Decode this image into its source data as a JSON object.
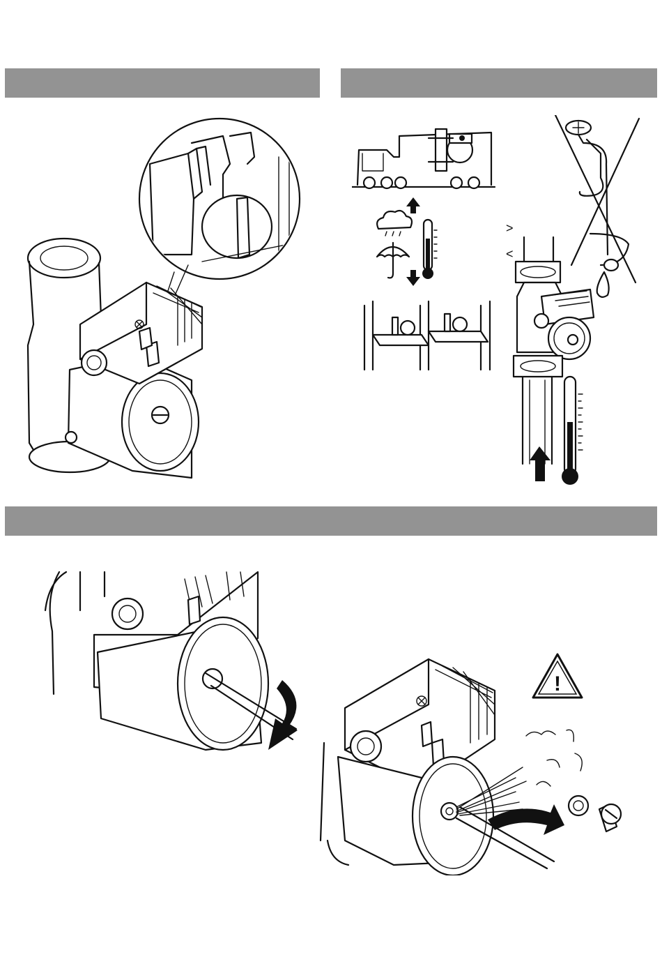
{
  "page": {
    "section_bars": [
      {
        "id": "bar-1",
        "label": ""
      },
      {
        "id": "bar-2",
        "label": ""
      },
      {
        "id": "bar-3",
        "label": ""
      }
    ]
  },
  "figures": {
    "pump_terminal_box": {
      "icon": "pump-with-terminal-clip-detail-icon"
    },
    "storage_conditions": {
      "icons": [
        "truck-icon",
        "rain-cloud-icon",
        "umbrella-icon",
        "thermometer-icon",
        "shelf-pump-icon",
        "up-arrow-icon",
        "down-arrow-icon"
      ]
    },
    "installation": {
      "labels": {
        "upper_sign": ">",
        "lower_sign": "<"
      },
      "icons": [
        "crossed-out-tap-icon",
        "water-drop-icon",
        "vertical-pipe-pump-icon",
        "thermometer-icon",
        "flow-arrow-icon"
      ]
    },
    "venting_screwdriver": {
      "icon": "screwdriver-rotation-icon"
    },
    "venting_open_plug": {
      "icon": "warning-triangle-icon",
      "warning_symbol": "!"
    }
  }
}
